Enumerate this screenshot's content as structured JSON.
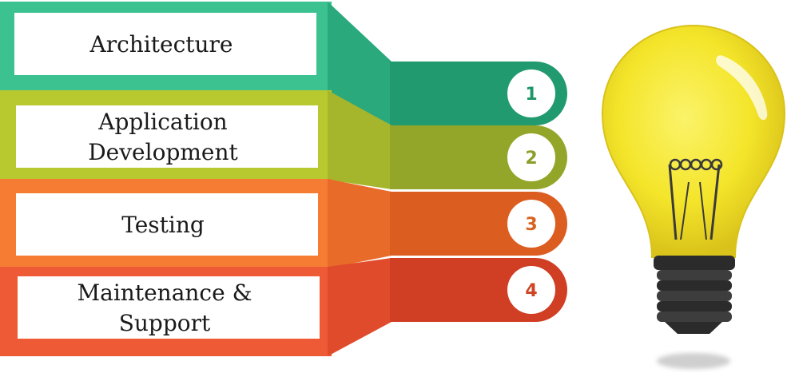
{
  "steps": [
    {
      "number": "1",
      "label_lines": [
        "Architecture"
      ],
      "colors": {
        "band": "#3cc190",
        "fold": "#2aa97d",
        "tab": "#229a6f",
        "num": "#1f9568"
      }
    },
    {
      "number": "2",
      "label_lines": [
        "Application",
        "Development"
      ],
      "colors": {
        "band": "#b8c82f",
        "fold": "#a5b52c",
        "tab": "#93a629",
        "num": "#8aa02a"
      }
    },
    {
      "number": "3",
      "label_lines": [
        "Testing"
      ],
      "colors": {
        "band": "#f57c32",
        "fold": "#e96b29",
        "tab": "#db5d20",
        "num": "#d8621e"
      }
    },
    {
      "number": "4",
      "label_lines": [
        "Maintenance &",
        "Support"
      ],
      "colors": {
        "band": "#ee5a36",
        "fold": "#e04b2c",
        "tab": "#d03e24",
        "num": "#cf4424"
      }
    }
  ],
  "bulb": {
    "icon": "light-bulb-icon",
    "colors": {
      "glass": "#f4e52a",
      "glass_shade": "#d9c21a",
      "base": "#2b2b2b",
      "base_ridge": "#3d3d3d",
      "filament": "#3a3a3a",
      "shadow": "#cfcfcf"
    }
  }
}
